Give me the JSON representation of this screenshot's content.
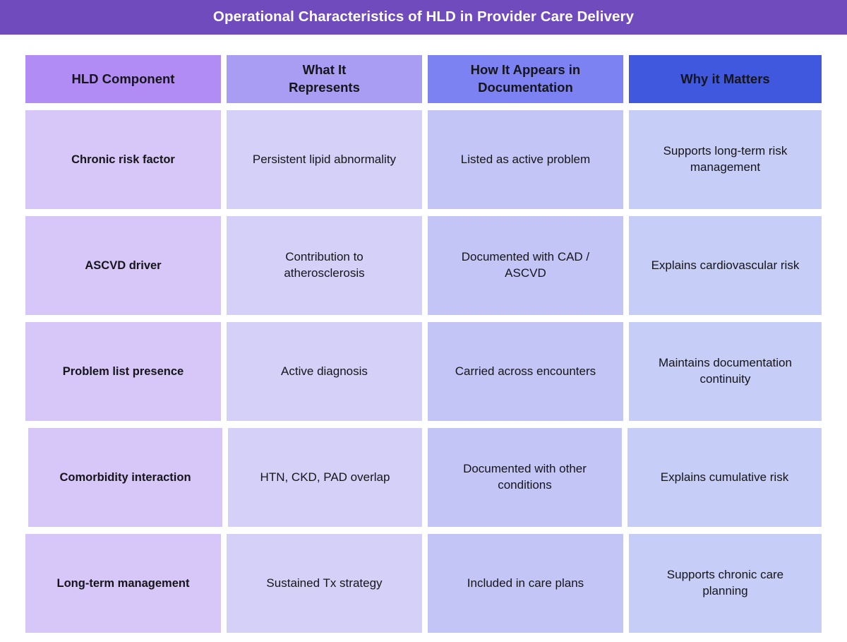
{
  "page": {
    "title": "Operational Characteristics of HLD in Provider Care Delivery",
    "banner_color": "#6f4bbd",
    "background_color": "#ffffff"
  },
  "table": {
    "columns": [
      {
        "key": "component",
        "label": "HLD  Component",
        "header_color": "#b18cf5",
        "cell_color": "#d7c6f8",
        "bold_cells": true
      },
      {
        "key": "represents",
        "label": "What It\nRepresents",
        "header_color": "#a99cf3",
        "cell_color": "#d5d0f8",
        "bold_cells": false
      },
      {
        "key": "documentation",
        "label": "How It Appears in\nDocumentation",
        "header_color": "#7d82f2",
        "cell_color": "#c3c5f6",
        "bold_cells": false
      },
      {
        "key": "why",
        "label": "Why it Matters",
        "header_color": "#4058dd",
        "cell_color": "#c6cdf6",
        "bold_cells": false
      }
    ],
    "rows": [
      {
        "component": "Chronic risk factor",
        "represents": "Persistent lipid abnormality",
        "documentation": "Listed as active problem",
        "why": "Supports long-term risk\nmanagement"
      },
      {
        "component": "ASCVD driver",
        "represents": "Contribution to\natherosclerosis",
        "documentation": "Documented with CAD /\nASCVD",
        "why": "Explains cardiovascular risk"
      },
      {
        "component": "Problem list presence",
        "represents": "Active diagnosis",
        "documentation": "Carried across encounters",
        "why": "Maintains documentation\ncontinuity"
      },
      {
        "component": "Comorbidity interaction",
        "represents": "HTN, CKD, PAD overlap",
        "documentation": "Documented with other\nconditions",
        "why": "Explains cumulative risk"
      },
      {
        "component": "Long-term management",
        "represents": "Sustained Tx strategy",
        "documentation": "Included in care plans",
        "why": "Supports chronic care\nplanning"
      }
    ]
  }
}
